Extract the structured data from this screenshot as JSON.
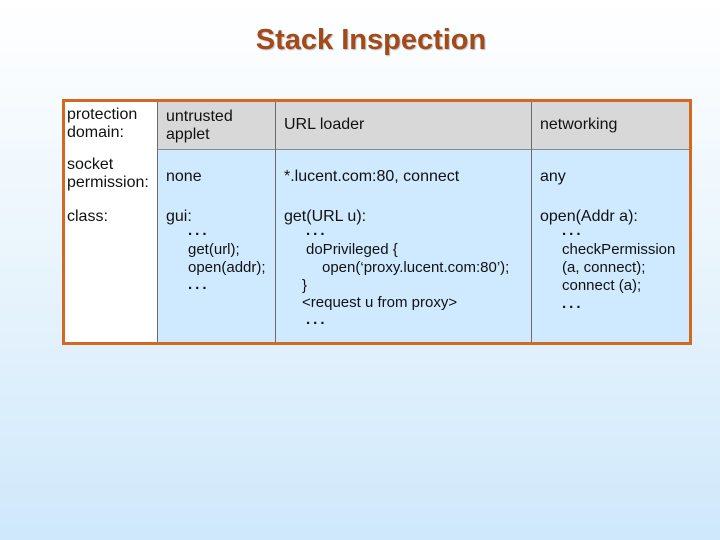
{
  "title": "Stack Inspection",
  "rows": {
    "protection_domain": "protection domain:",
    "socket_permission": "socket permission:",
    "class": "class:"
  },
  "columns": [
    {
      "header": "untrusted applet",
      "permission": "none",
      "class": "gui:",
      "code": [
        "...",
        "get(url);",
        "open(addr);",
        "..."
      ]
    },
    {
      "header": "URL loader",
      "permission": "*.lucent.com:80, connect",
      "class": "get(URL u):",
      "code": [
        "...",
        "doPrivileged {",
        "open(‘proxy.lucent.com:80’);",
        "}",
        "<request u from proxy>",
        "..."
      ]
    },
    {
      "header": "networking",
      "permission": "any",
      "class": "open(Addr a):",
      "code": [
        "...",
        "checkPermission",
        "(a, connect);",
        "connect (a);",
        "..."
      ]
    }
  ],
  "colors": {
    "title": "#a24a1a",
    "frame_border": "#d2691e",
    "header_bg": "#d8d8d8",
    "cell_bg": "#cfeaff"
  }
}
